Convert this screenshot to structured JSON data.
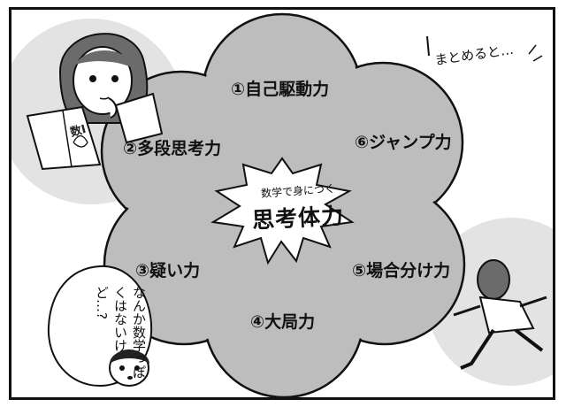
{
  "center": {
    "small_text": "数学で身につく",
    "main_text": "思考体力"
  },
  "skills": [
    {
      "label": "①自己駆動力"
    },
    {
      "label": "②多段思考力"
    },
    {
      "label": "③疑い力"
    },
    {
      "label": "④大局力"
    },
    {
      "label": "⑤場合分け力"
    },
    {
      "label": "⑥ジャンプ力"
    }
  ],
  "note_text": "まとめると…",
  "bubble_text": "なんか数学っぽくはないけど…?",
  "book_label": "数I",
  "colors": {
    "petal_fill": "#bdbdbd",
    "circle_fill": "#e3e3e3",
    "ink": "#111111"
  }
}
